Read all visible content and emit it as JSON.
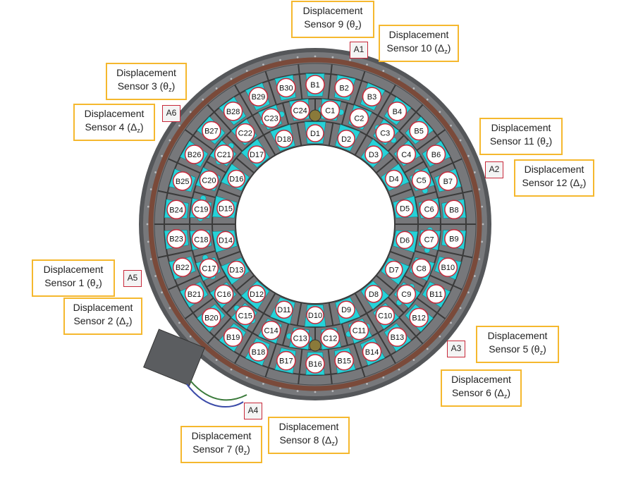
{
  "colors": {
    "ring": "#77787b",
    "ring_dark": "#55575a",
    "cutout": "#26d2d8",
    "segment_edge": "#3a3a3a",
    "label_circle_stroke": "#c8283a",
    "sensor_border": "#f5b82e",
    "actuator_border": "#c8283a",
    "brown_band": "#7a4a3a"
  },
  "segments": {
    "B": [
      "B1",
      "B2",
      "B3",
      "B4",
      "B5",
      "B6",
      "B7",
      "B8",
      "B9",
      "B10",
      "B11",
      "B12",
      "B13",
      "B14",
      "B15",
      "B16",
      "B17",
      "B18",
      "B19",
      "B20",
      "B21",
      "B22",
      "B23",
      "B24",
      "B25",
      "B26",
      "B27",
      "B28",
      "B29",
      "B30"
    ],
    "C": [
      "C1",
      "C2",
      "C3",
      "C4",
      "C5",
      "C6",
      "C7",
      "C8",
      "C9",
      "C10",
      "C11",
      "C12",
      "C13",
      "C14",
      "C15",
      "C16",
      "C17",
      "C18",
      "C19",
      "C20",
      "C21",
      "C22",
      "C23",
      "C24"
    ],
    "D": [
      "D1",
      "D2",
      "D3",
      "D4",
      "D5",
      "D6",
      "D7",
      "D8",
      "D9",
      "D10",
      "D11",
      "D12",
      "D13",
      "D14",
      "D15",
      "D16",
      "D17",
      "D18"
    ]
  },
  "actuators": [
    "A1",
    "A2",
    "A3",
    "A4",
    "A5",
    "A6"
  ],
  "sensors": [
    {
      "line1": "Displacement",
      "line2": "Sensor 1 (θ",
      "sub": "z",
      "close": ")"
    },
    {
      "line1": "Displacement",
      "line2": "Sensor 2 (Δ",
      "sub": "z",
      "close": ")"
    },
    {
      "line1": "Displacement",
      "line2": "Sensor 3 (θ",
      "sub": "z",
      "close": ")"
    },
    {
      "line1": "Displacement",
      "line2": "Sensor 4 (Δ",
      "sub": "z",
      "close": ")"
    },
    {
      "line1": "Displacement",
      "line2": "Sensor 5 (θ",
      "sub": "z",
      "close": ")"
    },
    {
      "line1": "Displacement",
      "line2": "Sensor 6 (Δ",
      "sub": "z",
      "close": ")"
    },
    {
      "line1": "Displacement",
      "line2": "Sensor 7 (θ",
      "sub": "z",
      "close": ")"
    },
    {
      "line1": "Displacement",
      "line2": "Sensor 8 (Δ",
      "sub": "z",
      "close": ")"
    },
    {
      "line1": "Displacement",
      "line2": "Sensor 9 (θ",
      "sub": "z",
      "close": ")"
    },
    {
      "line1": "Displacement",
      "line2": "Sensor 10 (Δ",
      "sub": "z",
      "close": ")"
    },
    {
      "line1": "Displacement",
      "line2": "Sensor 11 (θ",
      "sub": "z",
      "close": ")"
    },
    {
      "line1": "Displacement",
      "line2": "Sensor 12 (Δ",
      "sub": "z",
      "close": ")"
    }
  ]
}
